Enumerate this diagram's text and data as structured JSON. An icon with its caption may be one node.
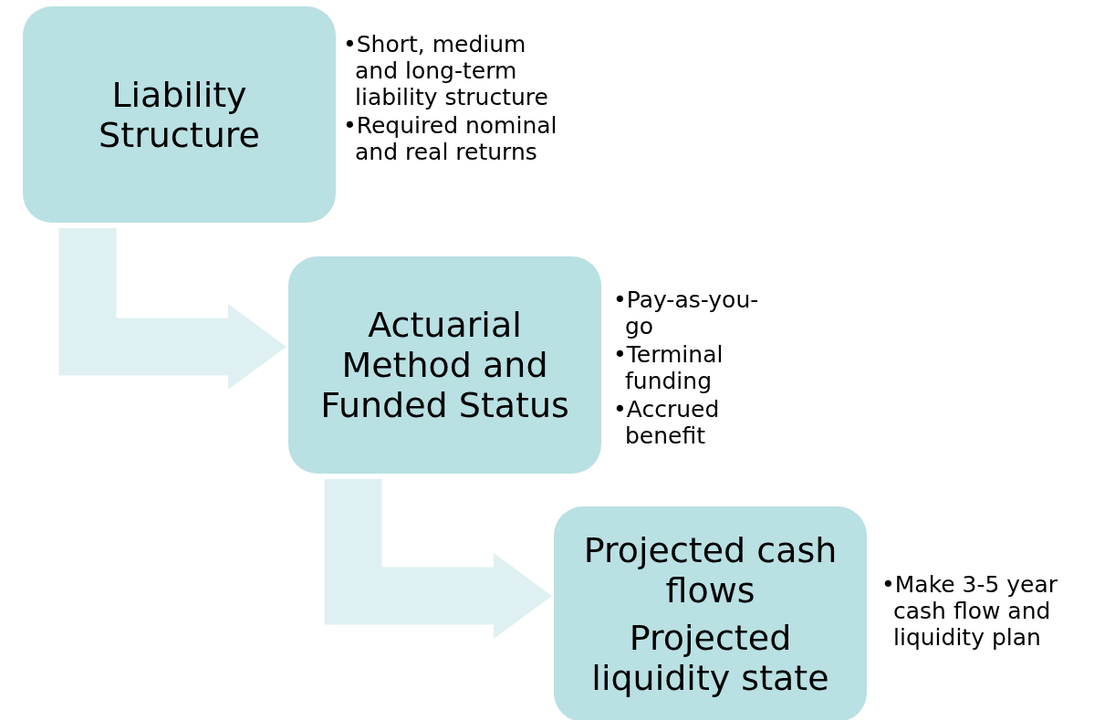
{
  "diagram": {
    "nodes": [
      {
        "text": [
          "Liability Structure"
        ],
        "beside": [
          "•Short, medium and long-term liability structure",
          "•Required nominal and real returns"
        ]
      },
      {
        "text": [
          "Actuarial Method and Funded Status"
        ],
        "beside": [
          "•Pay-as-you-go",
          "•Terminal funding",
          "•Accrued benefit"
        ]
      },
      {
        "text": [
          "Projected cash flows",
          "Projected liquidity state"
        ],
        "beside": [
          "•Make 3-5 year cash flow and liquidity plan"
        ]
      }
    ],
    "edges": [
      {
        "from": 0,
        "to": 1,
        "arrow": "to"
      },
      {
        "from": 1,
        "to": 2,
        "arrow": "to"
      }
    ]
  }
}
